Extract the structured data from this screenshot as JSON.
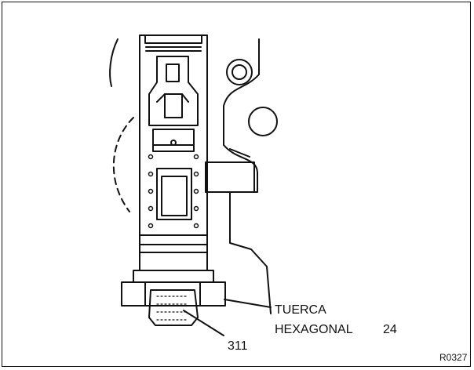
{
  "labels": {
    "nut_line1": "TUERCA",
    "nut_line2": "HEXAGONAL",
    "nut_size": "24",
    "part_number": "311",
    "figure_code": "R0327"
  },
  "colors": {
    "ink": "#111111",
    "background": "#ffffff"
  }
}
